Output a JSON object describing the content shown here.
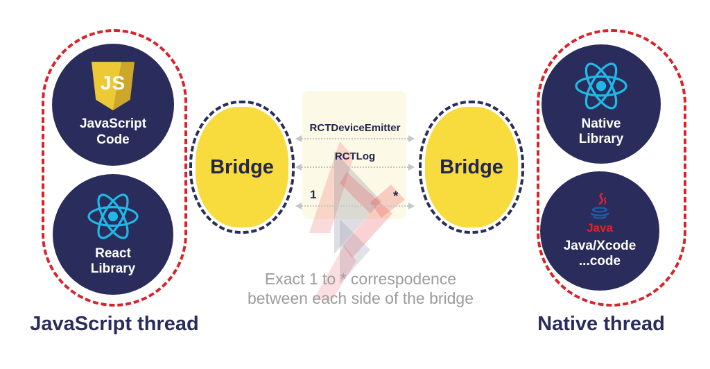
{
  "left_group": {
    "node_js": {
      "line1": "JavaScript",
      "line2": "Code"
    },
    "node_react": {
      "line1": "React",
      "line2": "Library"
    },
    "thread_label": "JavaScript thread"
  },
  "right_group": {
    "node_native": {
      "line1": "Native",
      "line2": "Library"
    },
    "node_java": {
      "line1": "Java/Xcode",
      "line2": "...code",
      "brand": "Java"
    },
    "thread_label": "Native thread"
  },
  "bridges": {
    "left_label": "Bridge",
    "right_label": "Bridge"
  },
  "channels": {
    "emitter": "RCTDeviceEmitter",
    "log": "RCTLog",
    "one": "1",
    "many": "*"
  },
  "caption": {
    "line1": "Exact 1 to * correspodence",
    "line2": "between each side of the bridge"
  },
  "js_badge_text": "JS",
  "colors": {
    "navy": "#2a2d5b",
    "red_dash": "#d8232a",
    "bridge_yellow": "#f8db3d",
    "band_yellow": "#fcf9e6",
    "react_cyan": "#1fb9e8",
    "js_yellow": "#ecc935",
    "java_red": "#e0252b",
    "java_blue": "#1b5faa",
    "arrow_gray": "#c6c6c6",
    "caption_gray": "#9c9c9c"
  }
}
